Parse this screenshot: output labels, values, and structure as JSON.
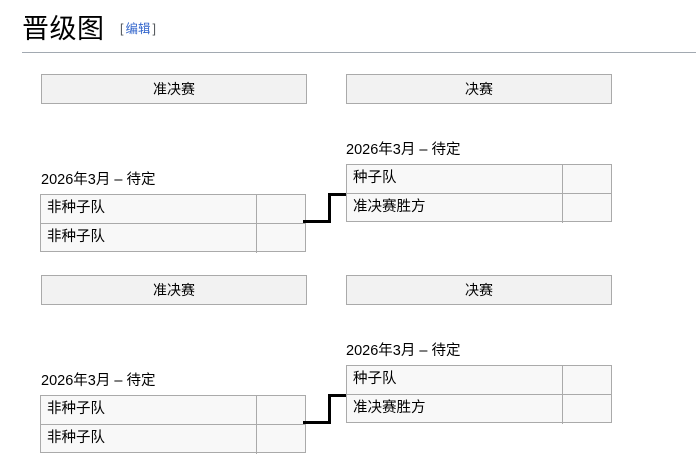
{
  "heading": {
    "title": "晋级图",
    "edit_bracket_open": "[",
    "edit_label": "编辑",
    "edit_bracket_close": "]"
  },
  "colors": {
    "link_blue": "#3366cc",
    "header_fill": "#f2f2f2",
    "cell_fill": "#f8f8f8",
    "border_gray": "#aaaaaa",
    "rule_gray": "#a2a9b1",
    "connector_black": "#000000",
    "text_black": "#000000"
  },
  "bracket": {
    "halves": [
      {
        "id": "upper",
        "semifinal": {
          "round_header": "准决赛",
          "date_label": "2026年3月 – 待定",
          "rows": [
            {
              "team": "非种子队",
              "score": ""
            },
            {
              "team": "非种子队",
              "score": ""
            }
          ]
        },
        "final": {
          "round_header": "决赛",
          "date_label": "2026年3月 – 待定",
          "rows": [
            {
              "team": "种子队",
              "score": ""
            },
            {
              "team": "准决赛胜方",
              "score": ""
            }
          ]
        }
      },
      {
        "id": "lower",
        "semifinal": {
          "round_header": "准决赛",
          "date_label": "2026年3月 – 待定",
          "rows": [
            {
              "team": "非种子队",
              "score": ""
            },
            {
              "team": "非种子队",
              "score": ""
            }
          ]
        },
        "final": {
          "round_header": "决赛",
          "date_label": "2026年3月 – 待定",
          "rows": [
            {
              "team": "种子队",
              "score": ""
            },
            {
              "team": "准决赛胜方",
              "score": ""
            }
          ]
        }
      }
    ]
  }
}
